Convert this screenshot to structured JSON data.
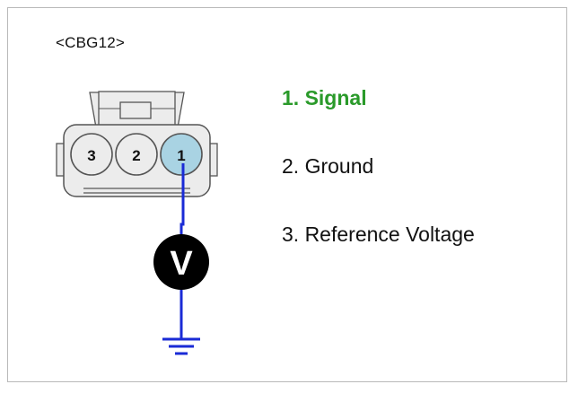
{
  "connector": {
    "id": "<CBG12>",
    "pins": [
      {
        "number": "3"
      },
      {
        "number": "2"
      },
      {
        "number": "1",
        "highlighted": true
      }
    ]
  },
  "meter": {
    "symbol": "V"
  },
  "legend": [
    {
      "text": "1. Signal",
      "active": true
    },
    {
      "text": "2. Ground",
      "active": false
    },
    {
      "text": "3. Reference Voltage",
      "active": false
    }
  ],
  "colors": {
    "active_text": "#2a9a2a",
    "normal_text": "#111111",
    "wire": "#1a2bd6",
    "pin_highlight": "#a9d3e3",
    "connector_body": "#ececec",
    "meter_fill": "#000000"
  }
}
